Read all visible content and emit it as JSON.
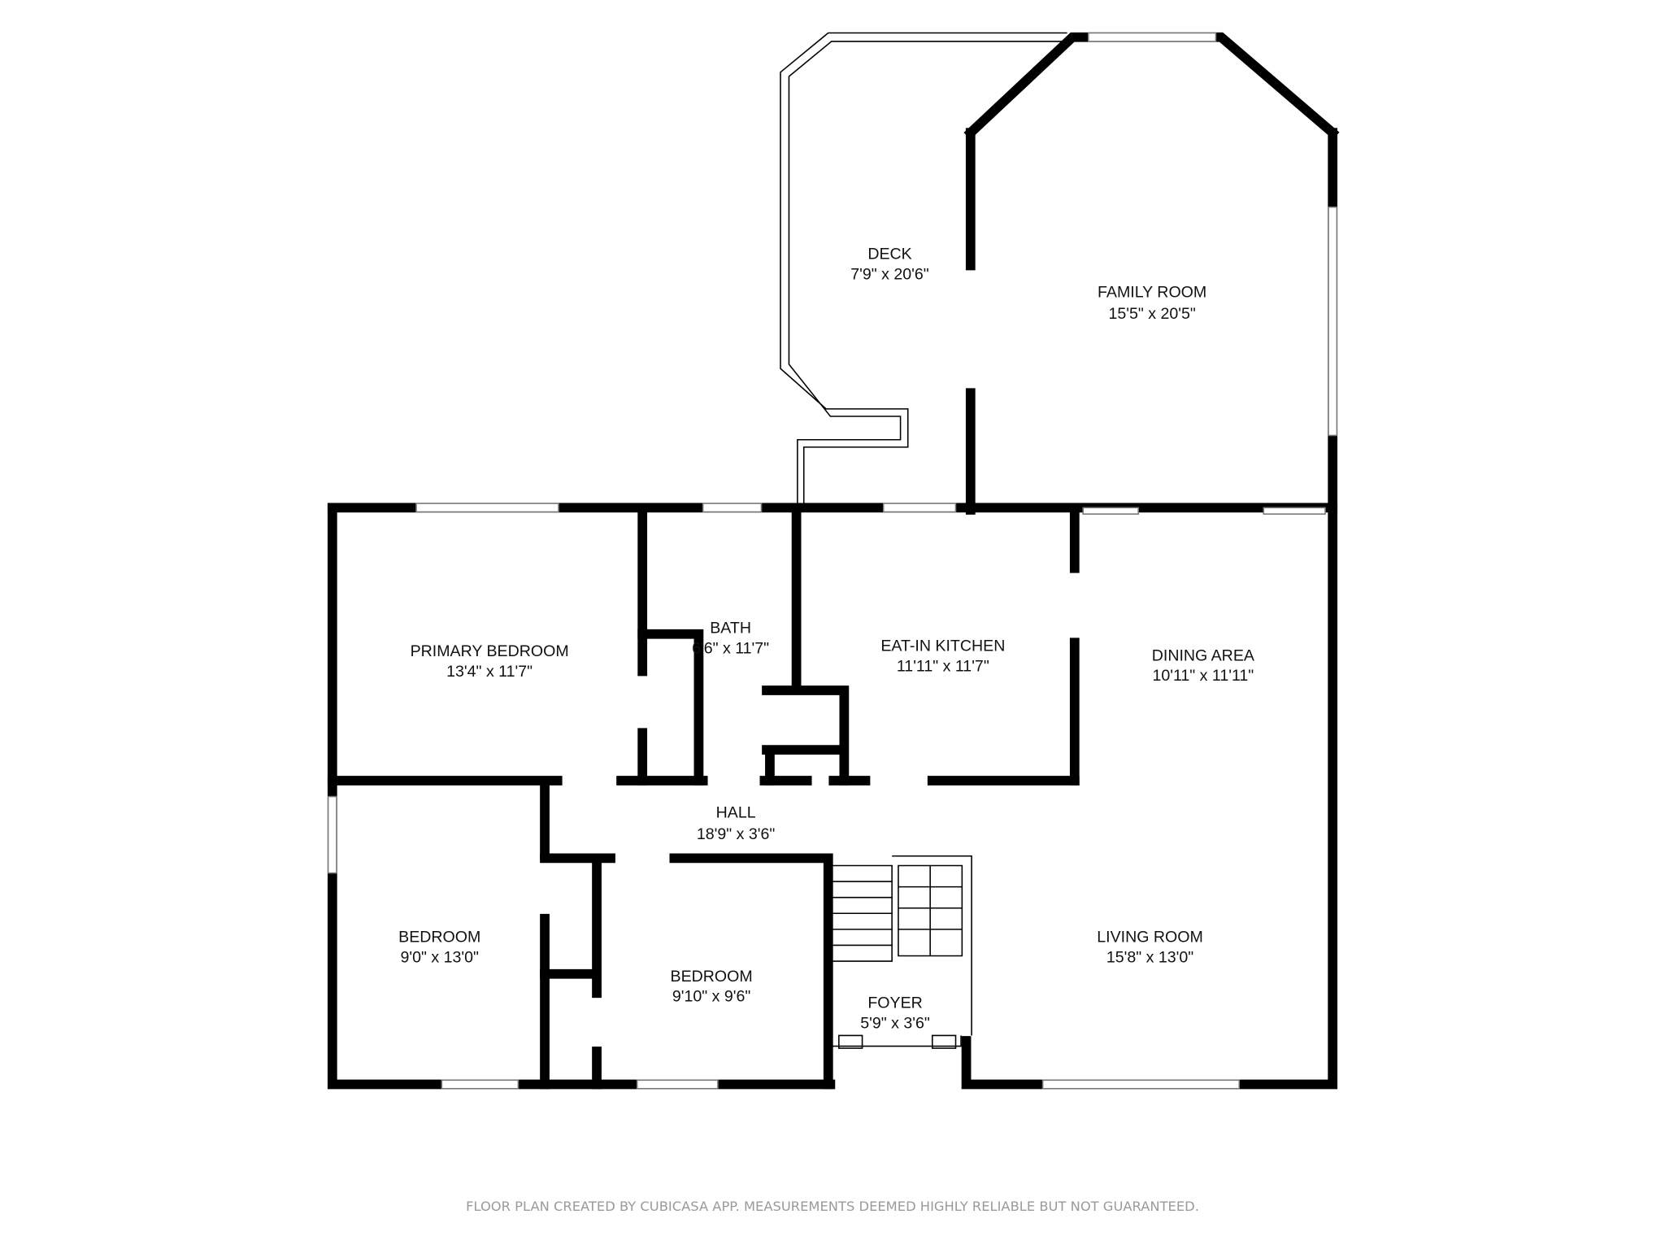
{
  "rooms": [
    {
      "name": "DECK",
      "size": "7'9\" x 20'6\""
    },
    {
      "name": "FAMILY ROOM",
      "size": "15'5\" x 20'5\""
    },
    {
      "name": "PRIMARY BEDROOM",
      "size": "13'4\" x 11'7\""
    },
    {
      "name": "BATH",
      "size": "6'6\" x 11'7\""
    },
    {
      "name": "EAT-IN KITCHEN",
      "size": "11'11\" x 11'7\""
    },
    {
      "name": "DINING AREA",
      "size": "10'11\" x 11'11\""
    },
    {
      "name": "HALL",
      "size": "18'9\" x 3'6\""
    },
    {
      "name": "BEDROOM",
      "size": "9'0\" x 13'0\""
    },
    {
      "name": "BEDROOM",
      "size": "9'10\" x 9'6\""
    },
    {
      "name": "FOYER",
      "size": "5'9\" x 3'6\""
    },
    {
      "name": "LIVING ROOM",
      "size": "15'8\" x 13'0\""
    }
  ],
  "footer": "FLOOR PLAN CREATED BY CUBICASA APP. MEASUREMENTS DEEMED HIGHLY RELIABLE BUT NOT GUARANTEED."
}
